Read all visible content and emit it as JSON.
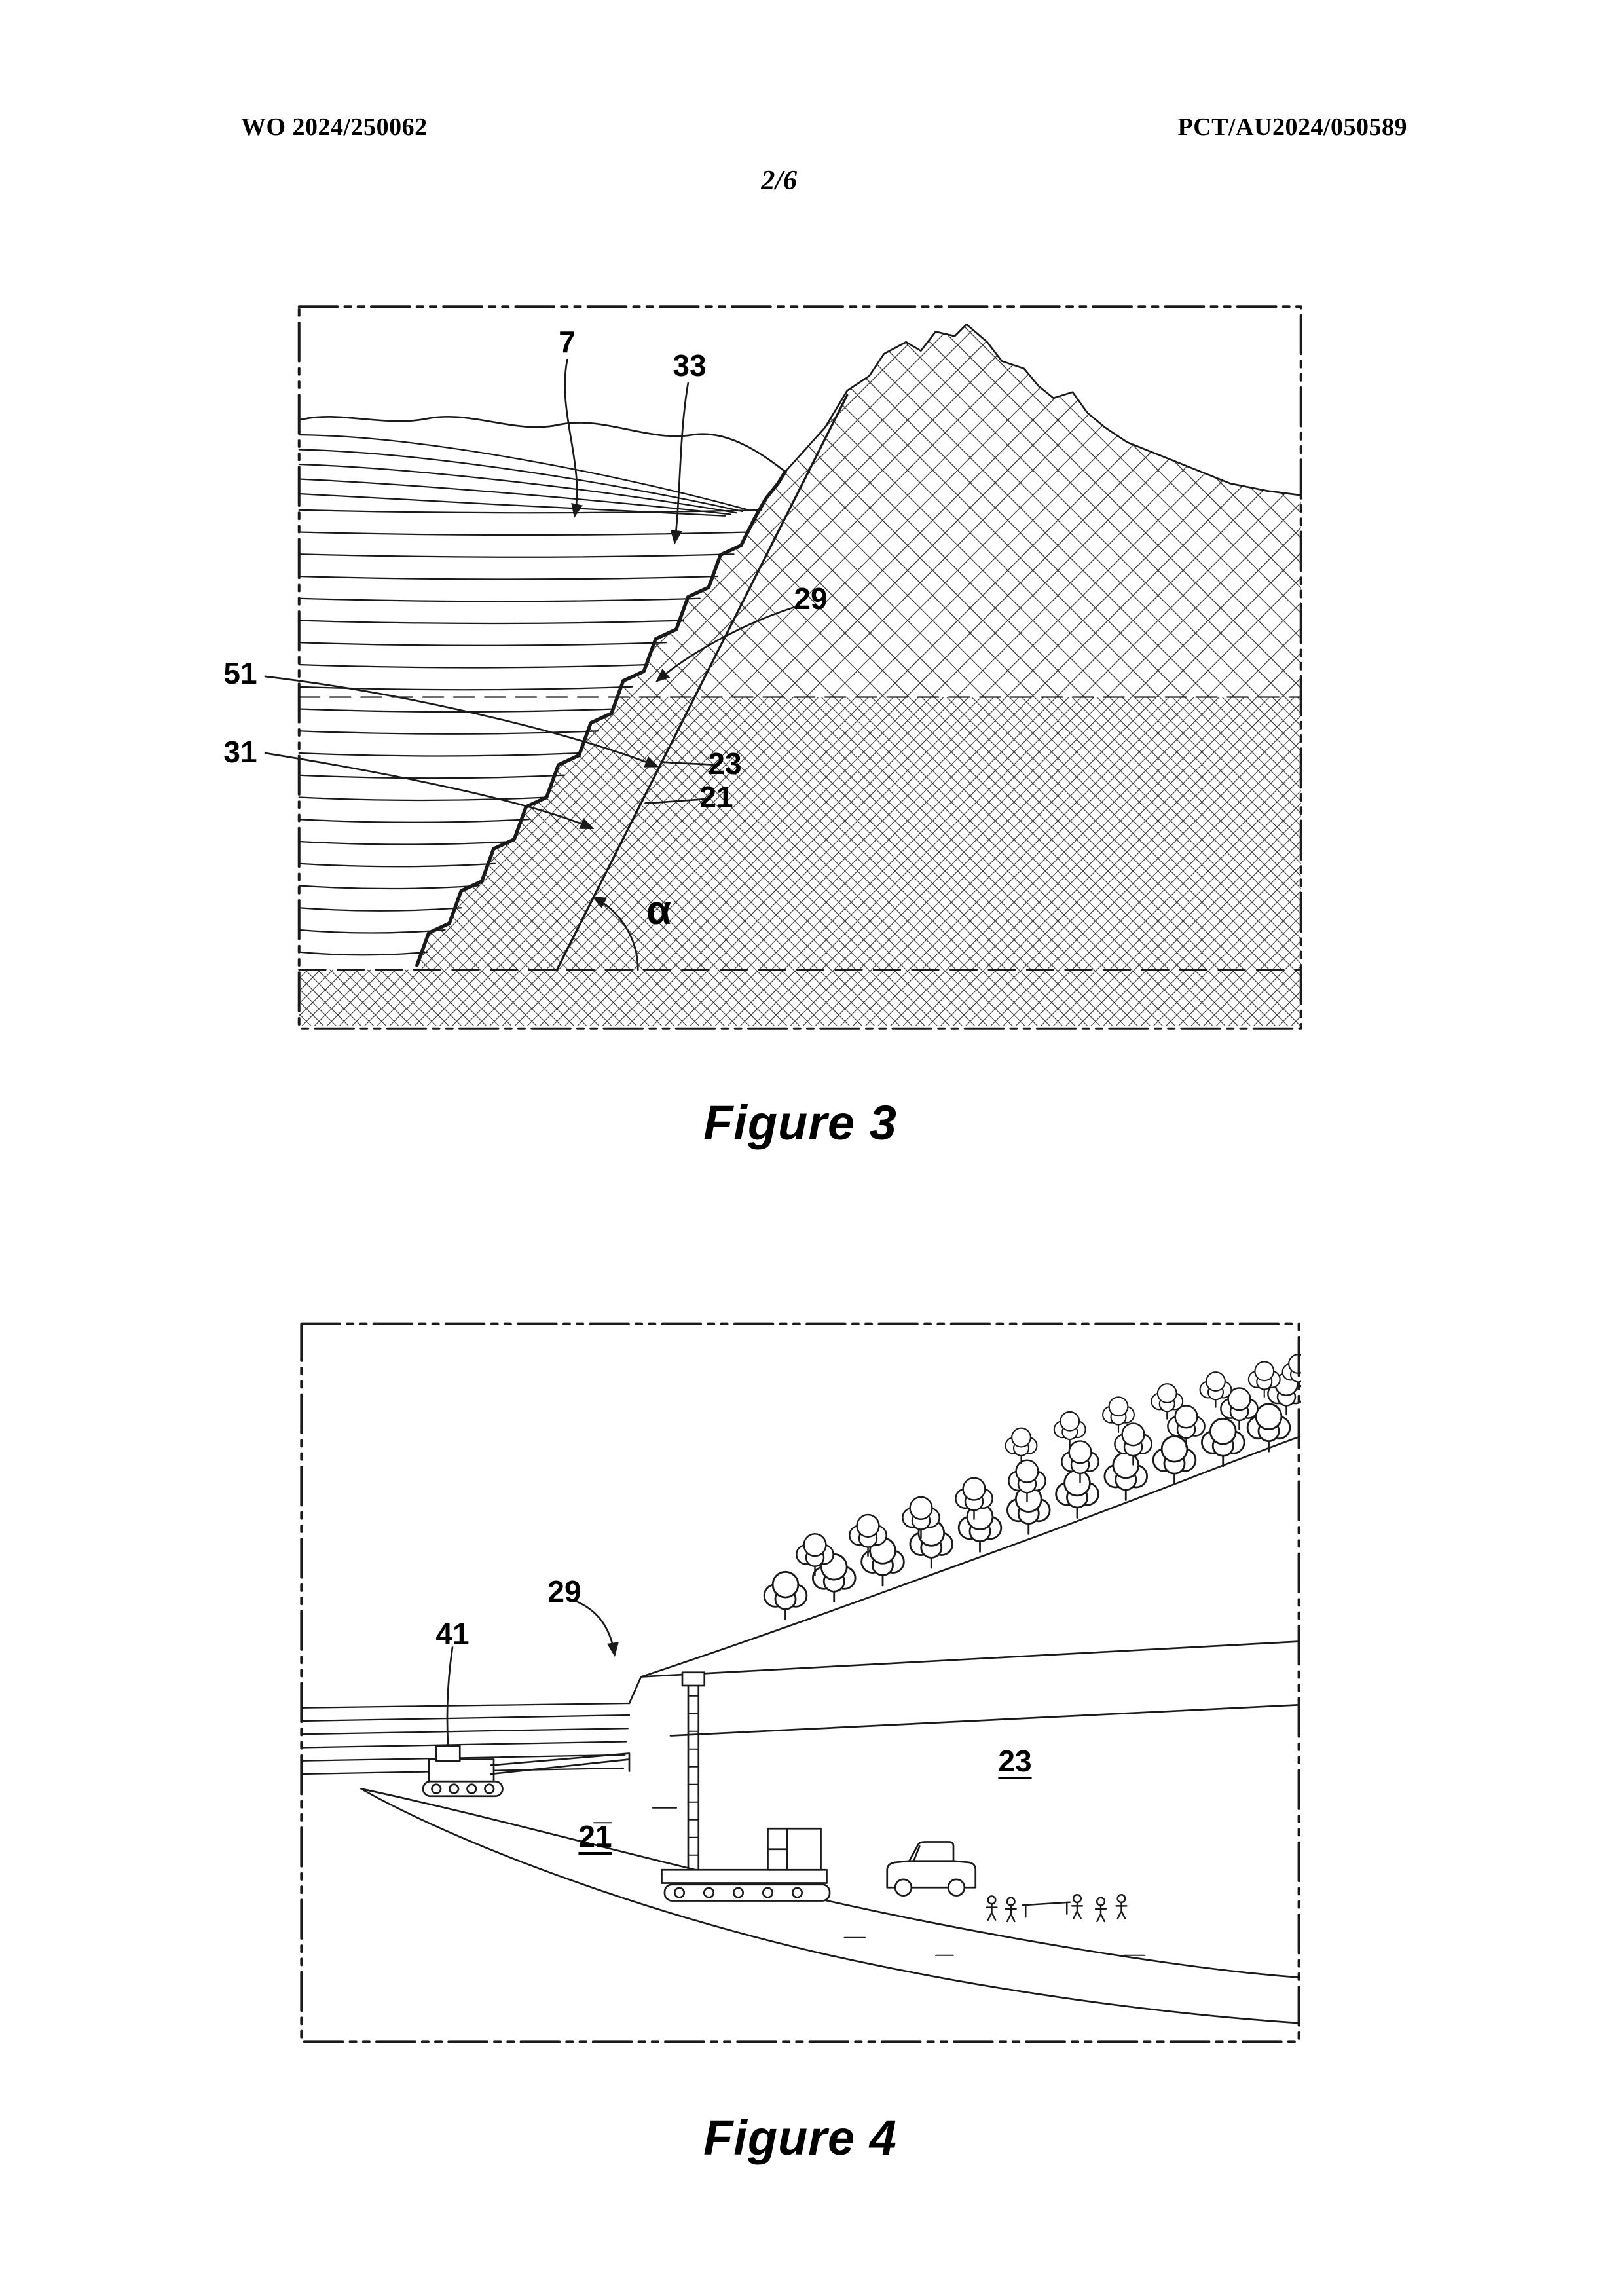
{
  "header": {
    "publication_number": "WO 2024/250062",
    "page_indicator": "2/6",
    "application_number": "PCT/AU2024/050589"
  },
  "figure3": {
    "caption": "Figure 3",
    "refs": {
      "r7": "7",
      "r33": "33",
      "r29": "29",
      "r51": "51",
      "r31": "31",
      "r23": "23",
      "r21": "21",
      "alpha": "α"
    }
  },
  "figure4": {
    "caption": "Figure 4",
    "refs": {
      "r29": "29",
      "r41": "41",
      "r23": "23",
      "r21": "21"
    }
  }
}
